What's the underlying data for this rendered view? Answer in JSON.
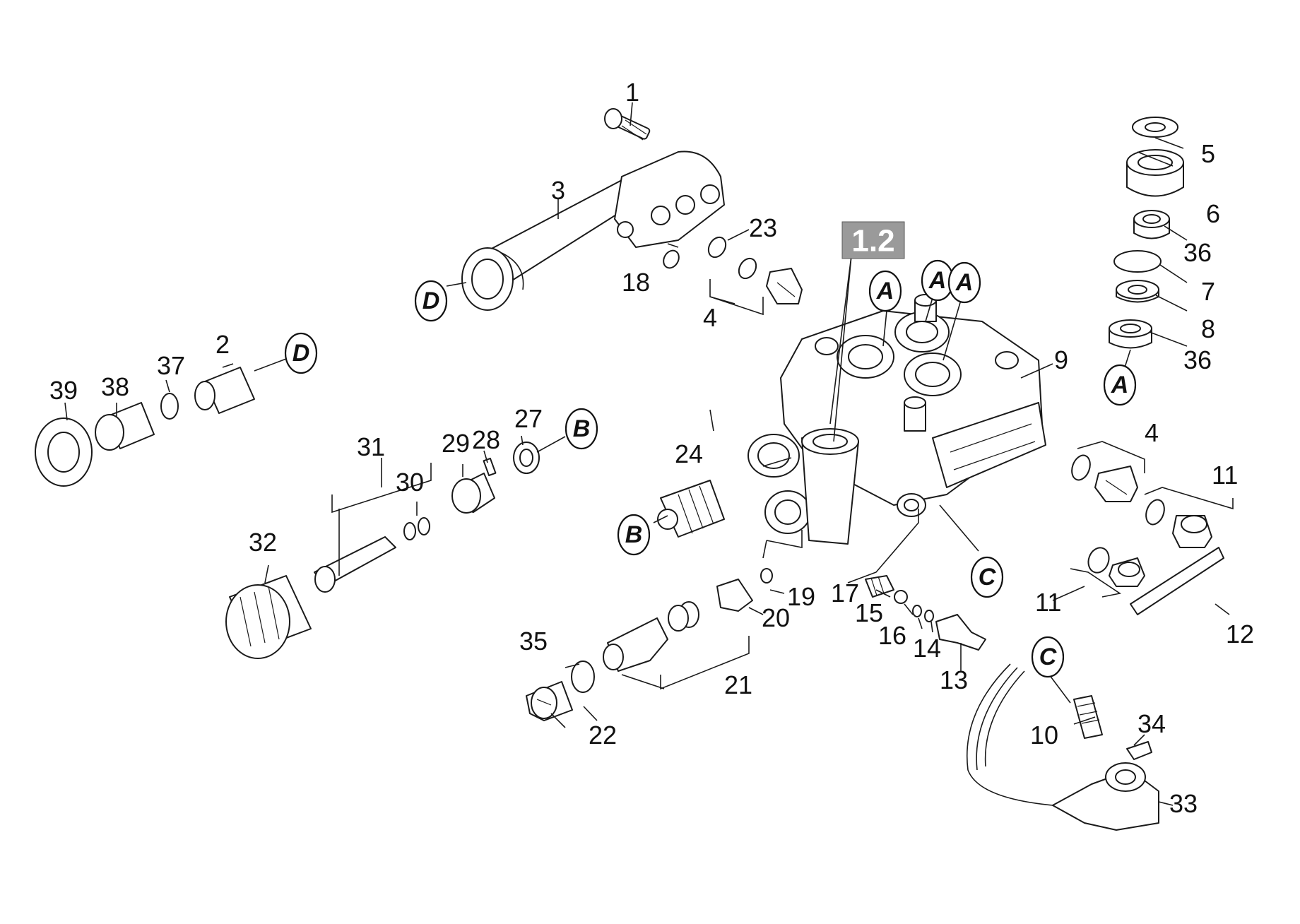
{
  "diagram": {
    "badge": "1.2",
    "callouts": [
      "1",
      "2",
      "3",
      "4",
      "5",
      "6",
      "7",
      "8",
      "9",
      "10",
      "11",
      "12",
      "13",
      "14",
      "15",
      "16",
      "17",
      "18",
      "19",
      "20",
      "21",
      "22",
      "23",
      "24",
      "27",
      "28",
      "29",
      "30",
      "31",
      "32",
      "33",
      "34",
      "35",
      "36",
      "37",
      "38",
      "39"
    ],
    "refs": [
      "A",
      "B",
      "C",
      "D"
    ],
    "colors": {
      "line": "#1a1a1a",
      "badge_bg": "#9a9a9a",
      "badge_text": "#ffffff"
    }
  }
}
